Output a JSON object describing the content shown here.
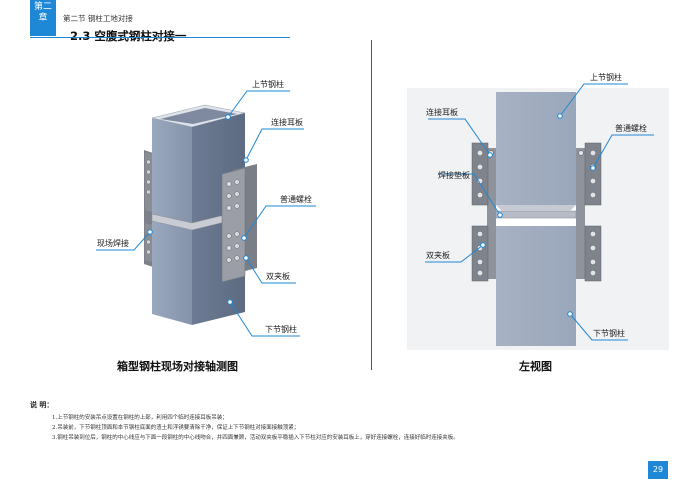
{
  "header": {
    "chapter_badge": "第二章",
    "section_label": "第二节  钢柱工地对接",
    "section_title": "2.3  空腹式钢柱对接一"
  },
  "left_figure": {
    "caption": "箱型钢柱现场对接轴测图",
    "callouts": {
      "upper_column": "上节钢柱",
      "ear_plate": "连接耳板",
      "bolt": "普通螺栓",
      "field_weld": "现场焊接",
      "double_clamp": "双夹板",
      "lower_column": "下节钢柱"
    }
  },
  "right_figure": {
    "caption": "左视图",
    "callouts": {
      "upper_column": "上节钢柱",
      "ear_plate": "连接耳板",
      "bolt": "普通螺栓",
      "weld_backing": "焊接垫板",
      "double_clamp": "双夹板",
      "lower_column": "下节钢柱"
    }
  },
  "notes": {
    "title": "说  明：",
    "items": [
      "1.上节钢柱的安装吊点设置在钢柱的上部，利用四个临时连接耳板吊装；",
      "2.吊装前，下节钢柱顶面和本节钢柱底面的渣土和浮锈要清除干净，保证上下节钢柱对接面接触顶紧；",
      "3.钢柱吊装到位后，钢柱的中心线应与下面一段钢柱的中心线吻合，并四面兼顾，活动双夹板平稳插入下节柱对应的安装耳板上，穿好连接螺栓，连接好临时连接夹板。"
    ]
  },
  "page": {
    "number": "29"
  },
  "colors": {
    "accent": "#1e88d6",
    "steel_front": "#8e9db4",
    "steel_side": "#6f7e96",
    "plate": "#8c8f96"
  }
}
